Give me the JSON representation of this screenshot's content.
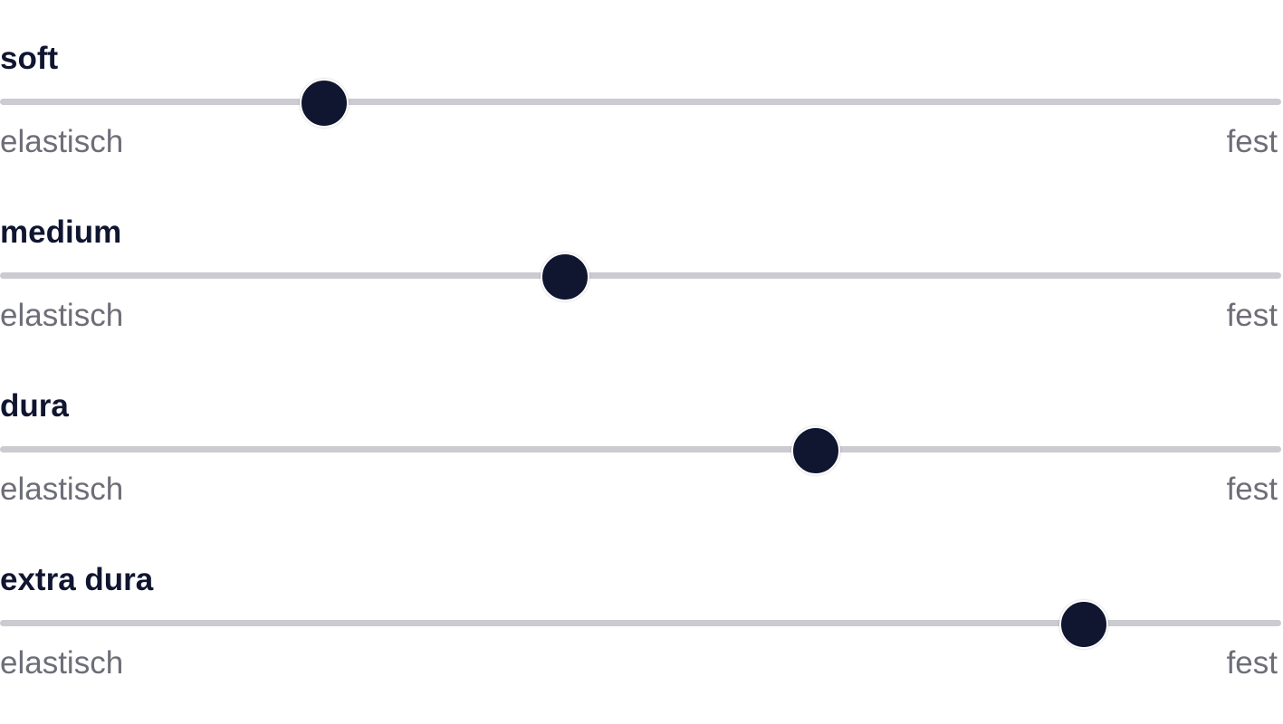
{
  "accent_color": "#101530",
  "track_color": "#cbcbd1",
  "scales": [
    {
      "title": "soft",
      "min_label": "elastisch",
      "max_label": "fest",
      "value": 0.252
    },
    {
      "title": "medium",
      "min_label": "elastisch",
      "max_label": "fest",
      "value": 0.44
    },
    {
      "title": "dura",
      "min_label": "elastisch",
      "max_label": "fest",
      "value": 0.636
    },
    {
      "title": "extra dura",
      "min_label": "elastisch",
      "max_label": "fest",
      "value": 0.845
    }
  ]
}
